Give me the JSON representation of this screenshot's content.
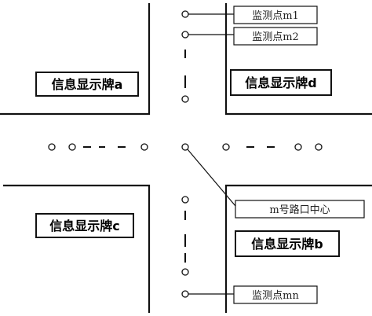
{
  "labels": {
    "m1": "监测点m1",
    "m2": "监测点m2",
    "center": "m号路口中心",
    "mn": "监测点mn"
  },
  "panels": {
    "a": "信息显示牌a",
    "d": "信息显示牌d",
    "c": "信息显示牌c",
    "b": "信息显示牌b"
  }
}
